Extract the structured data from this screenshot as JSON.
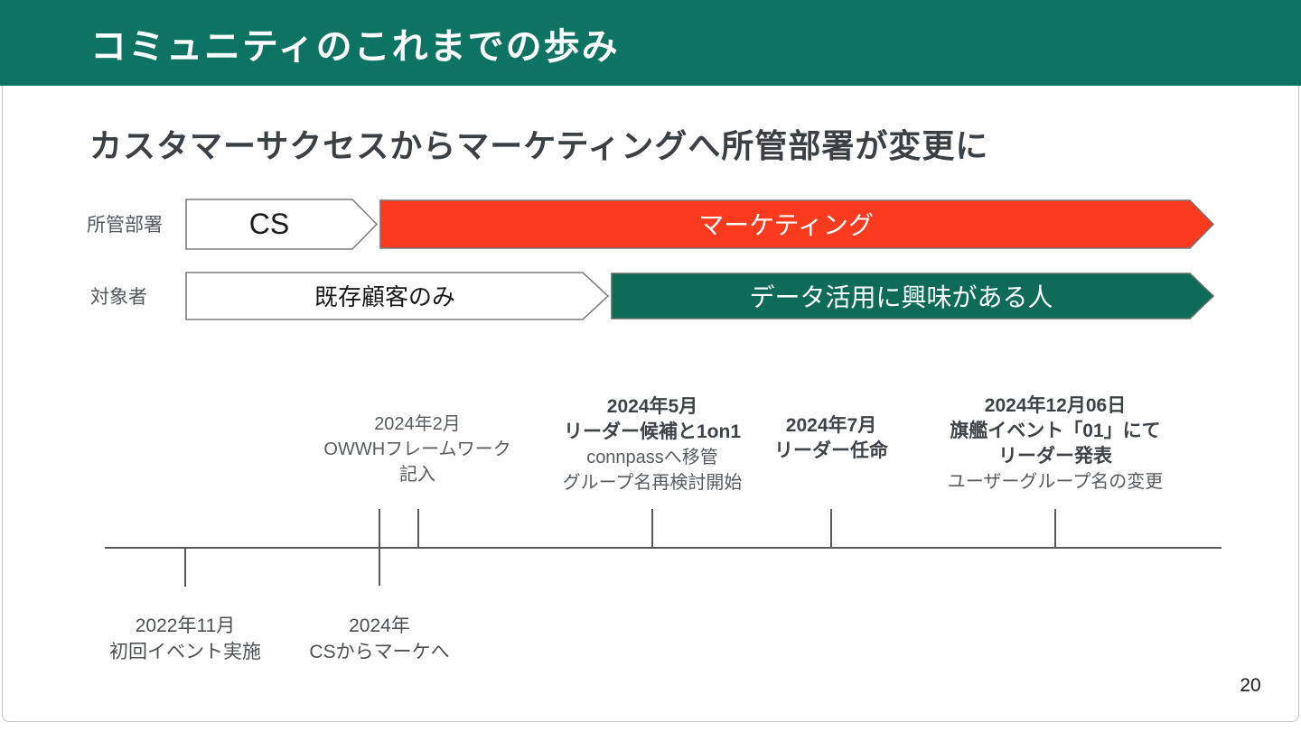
{
  "header": {
    "title": "コミュニティのこれまでの歩み"
  },
  "subtitle": "カスタマーサクセスからマーケティングへ所管部署が変更に",
  "department_row": {
    "label": "所管部署",
    "before": "CS",
    "after": "マーケティング"
  },
  "audience_row": {
    "label": "対象者",
    "before": "既存顧客のみ",
    "after": "データ活用に興味がある人"
  },
  "timeline": {
    "above": [
      {
        "l1": "2024年2月",
        "l2": "OWWHフレームワーク",
        "l3": "記入"
      },
      {
        "l1": "2024年5月",
        "l2": "リーダー候補と1on1",
        "l3": "connpassへ移管",
        "l4": "グループ名再検討開始"
      },
      {
        "l1": "2024年7月",
        "l2": "リーダー任命"
      },
      {
        "l1": "2024年12月06日",
        "l2": "旗艦イベント「01」にて",
        "l3": "リーダー発表",
        "l4": "ユーザーグループ名の変更"
      }
    ],
    "below": [
      {
        "l1": "2022年11月",
        "l2": "初回イベント実施"
      },
      {
        "l1": "2024年",
        "l2": "CSからマーケへ"
      }
    ]
  },
  "page_number": "20",
  "colors": {
    "header_green": "#0D7464",
    "arrow_red": "#FB3A1E",
    "arrow_green": "#0D6B58",
    "white_arrow_border": "#7F7F7F",
    "timeline_gray": "#595959"
  }
}
